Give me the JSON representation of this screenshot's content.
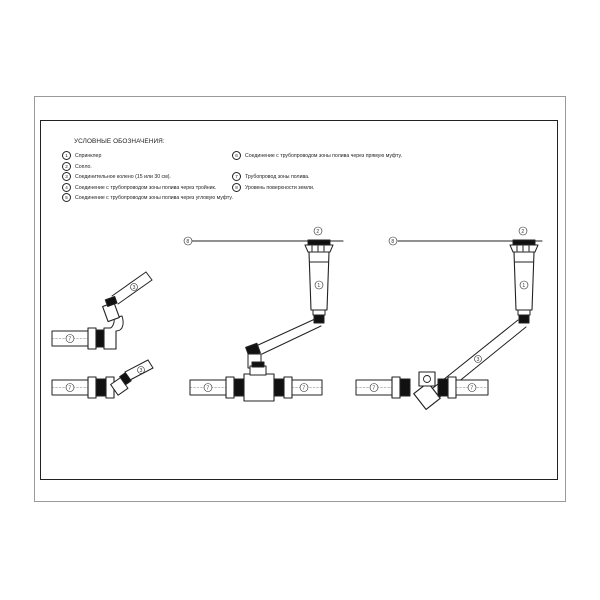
{
  "legend": {
    "title": "УСЛОВНЫЕ ОБОЗНАЧЕНИЯ:",
    "items": [
      {
        "num": "1",
        "text": "Спринклер"
      },
      {
        "num": "2",
        "text": "Сопло."
      },
      {
        "num": "3",
        "text": "Соединительное колено (15 или 30 см)."
      },
      {
        "num": "4",
        "text": "Соединение с трубопроводом зоны полива через тройник."
      },
      {
        "num": "5",
        "text": "Соединение с трубопроводом зоны полива через угловую муфту."
      },
      {
        "num": "6",
        "text": "Соединение с трубопроводом зоны полива через прямую муфту."
      },
      {
        "num": "7",
        "text": "Трубопровод зоны полива."
      },
      {
        "num": "8",
        "text": "Уровень поверхности земли."
      }
    ]
  },
  "callouts": {
    "n1": "1",
    "n2": "2",
    "n3": "3",
    "n7": "7",
    "n8": "8"
  },
  "colors": {
    "line": "#222222",
    "frame": "#222222",
    "sheet_border": "#9a9a9a"
  }
}
